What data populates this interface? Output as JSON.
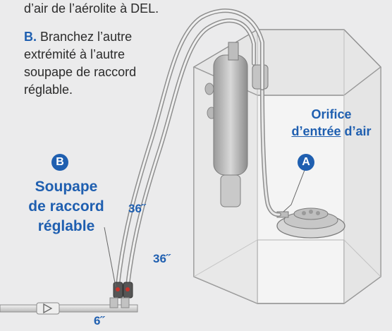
{
  "instructions": {
    "intro_line": "d’air de l’aérolite à DEL.",
    "step_b_letter": "B.",
    "step_b_text": "Branchez l’autre extrémité à l’autre soupape de raccord réglable."
  },
  "labels": {
    "badge_b": "B",
    "valve_label_line1": "Soupape",
    "valve_label_line2": "de raccord",
    "valve_label_line3": "réglable",
    "badge_a": "A",
    "inlet_label_line1": "Orifice",
    "inlet_label_underlined": "d’entrée",
    "inlet_label_rest": "d’air"
  },
  "tubing_lengths": {
    "upper": "36˝",
    "lower": "36˝",
    "short": "6˝"
  },
  "colors": {
    "accent_blue": "#1f5fb0",
    "background": "#ebebec",
    "text": "#2b2b2b"
  },
  "icons": [
    "air-pump-icon",
    "check-valve-icon"
  ]
}
